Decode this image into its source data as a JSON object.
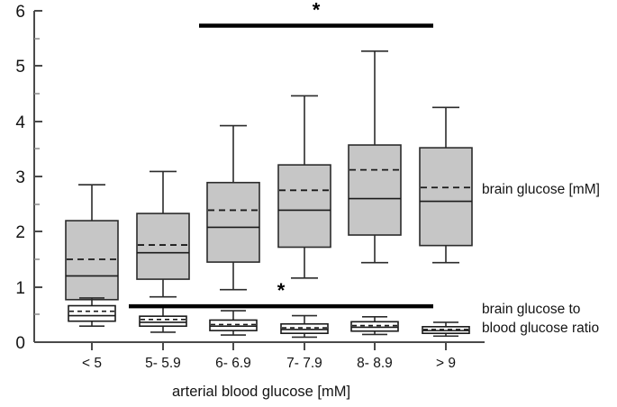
{
  "chart_data": {
    "type": "box",
    "title": "",
    "xlabel": "arterial blood glucose [mM]",
    "ylabel": "",
    "ylim": [
      0,
      6
    ],
    "yticks": [
      0,
      1,
      2,
      3,
      4,
      5,
      6
    ],
    "ytick_labels": [
      "0",
      "1",
      "2",
      "3",
      "4",
      "5",
      "6"
    ],
    "yminor_ticks": [
      0.5,
      1.5,
      2.5,
      3.5,
      4.5,
      5.5
    ],
    "grid": false,
    "legend_position": "right-inline",
    "categories": [
      "< 5",
      "5- 5.9",
      "6- 6.9",
      "7- 7.9",
      "8- 8.9",
      "> 9"
    ],
    "series": [
      {
        "name": "brain glucose [mM]",
        "fill_color": "#c6c6c6",
        "boxes": [
          {
            "category": "< 5",
            "whisker_low": 0.78,
            "q1": 0.77,
            "median": 1.2,
            "mean": 1.5,
            "q3": 2.2,
            "whisker_high": 2.85
          },
          {
            "category": "5- 5.9",
            "whisker_low": 0.82,
            "q1": 1.14,
            "median": 1.62,
            "mean": 1.76,
            "q3": 2.33,
            "whisker_high": 3.09
          },
          {
            "category": "6- 6.9",
            "whisker_low": 0.95,
            "q1": 1.45,
            "median": 2.08,
            "mean": 2.39,
            "q3": 2.89,
            "whisker_high": 3.92
          },
          {
            "category": "7- 7.9",
            "whisker_low": 1.16,
            "q1": 1.72,
            "median": 2.39,
            "mean": 2.75,
            "q3": 3.21,
            "whisker_high": 4.46
          },
          {
            "category": "8- 8.9",
            "whisker_low": 1.44,
            "q1": 1.94,
            "median": 2.6,
            "mean": 3.12,
            "q3": 3.57,
            "whisker_high": 5.27
          },
          {
            "category": "> 9",
            "whisker_low": 1.44,
            "q1": 1.75,
            "median": 2.55,
            "mean": 2.8,
            "q3": 3.52,
            "whisker_high": 4.25
          }
        ]
      },
      {
        "name": "brain glucose to blood glucose ratio",
        "fill_color": "#ffffff",
        "boxes": [
          {
            "category": "< 5",
            "whisker_low": 0.29,
            "q1": 0.38,
            "median": 0.48,
            "mean": 0.56,
            "q3": 0.66,
            "whisker_high": 0.8
          },
          {
            "category": "5- 5.9",
            "whisker_low": 0.18,
            "q1": 0.29,
            "median": 0.36,
            "mean": 0.41,
            "q3": 0.47,
            "whisker_high": 0.66
          },
          {
            "category": "6- 6.9",
            "whisker_low": 0.13,
            "q1": 0.21,
            "median": 0.29,
            "mean": 0.32,
            "q3": 0.4,
            "whisker_high": 0.57
          },
          {
            "category": "7- 7.9",
            "whisker_low": 0.09,
            "q1": 0.16,
            "median": 0.23,
            "mean": 0.26,
            "q3": 0.33,
            "whisker_high": 0.48
          },
          {
            "category": "8- 8.9",
            "whisker_low": 0.14,
            "q1": 0.2,
            "median": 0.27,
            "mean": 0.3,
            "q3": 0.37,
            "whisker_high": 0.46
          },
          {
            "category": "> 9",
            "whisker_low": 0.11,
            "q1": 0.16,
            "median": 0.21,
            "mean": 0.23,
            "q3": 0.28,
            "whisker_high": 0.36
          }
        ]
      }
    ],
    "annotations": [
      {
        "id": "sig-top",
        "symbol": "*",
        "from_category": "6- 6.9",
        "to_category": "> 9",
        "y_value": 5.73
      },
      {
        "id": "sig-bottom",
        "symbol": "*",
        "from_category": "5- 5.9",
        "to_category": "> 9",
        "y_value": 0.65
      }
    ],
    "series_labels": [
      {
        "text": "brain glucose [mM]",
        "y_value": 2.8
      },
      {
        "text": "brain glucose to",
        "y_value": 0.63
      },
      {
        "text": "blood glucose ratio",
        "y_value": 0.35
      }
    ]
  }
}
